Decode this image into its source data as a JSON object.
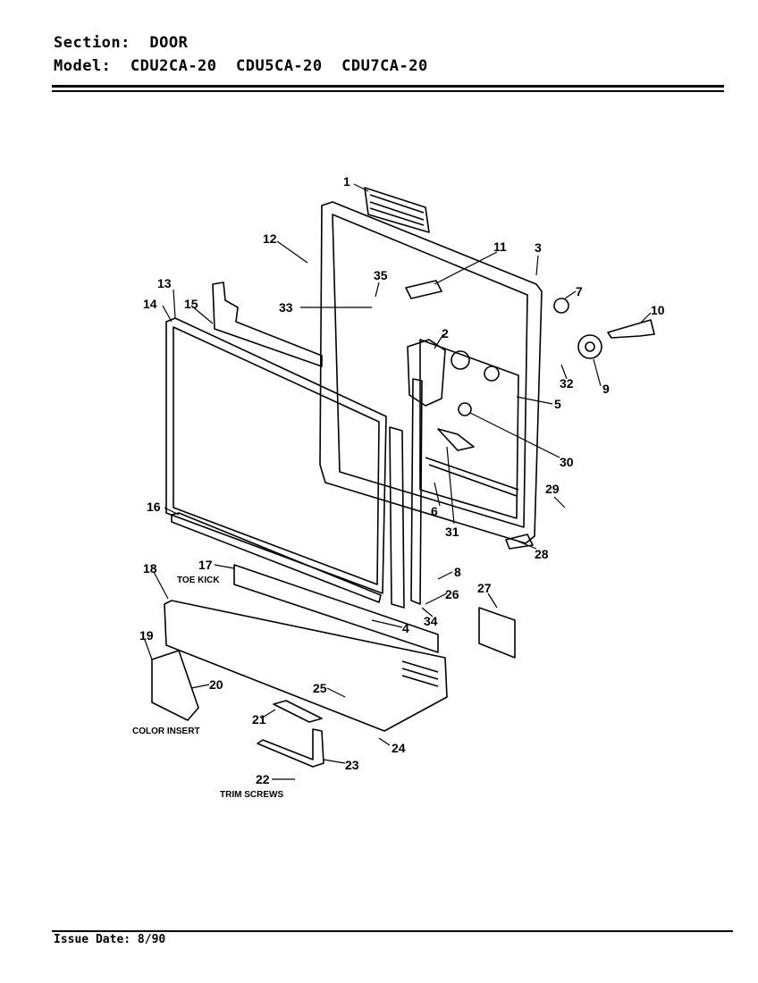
{
  "header": {
    "section_label": "Section:",
    "section_value": "DOOR",
    "model_label": "Model:",
    "models": [
      "CDU2CA-20",
      "CDU5CA-20",
      "CDU7CA-20"
    ]
  },
  "footer": {
    "issue_date": "Issue Date: 8/90"
  },
  "captions": {
    "toe_kick": "TOE KICK",
    "color_insert": "COLOR INSERT",
    "trim_screws": "TRIM SCREWS"
  },
  "part_numbers": [
    "1",
    "2",
    "3",
    "4",
    "5",
    "6",
    "7",
    "8",
    "9",
    "10",
    "11",
    "12",
    "13",
    "14",
    "15",
    "16",
    "17",
    "18",
    "19",
    "20",
    "21",
    "22",
    "23",
    "24",
    "25",
    "26",
    "27",
    "28",
    "29",
    "30",
    "31",
    "32",
    "33",
    "34",
    "35"
  ]
}
